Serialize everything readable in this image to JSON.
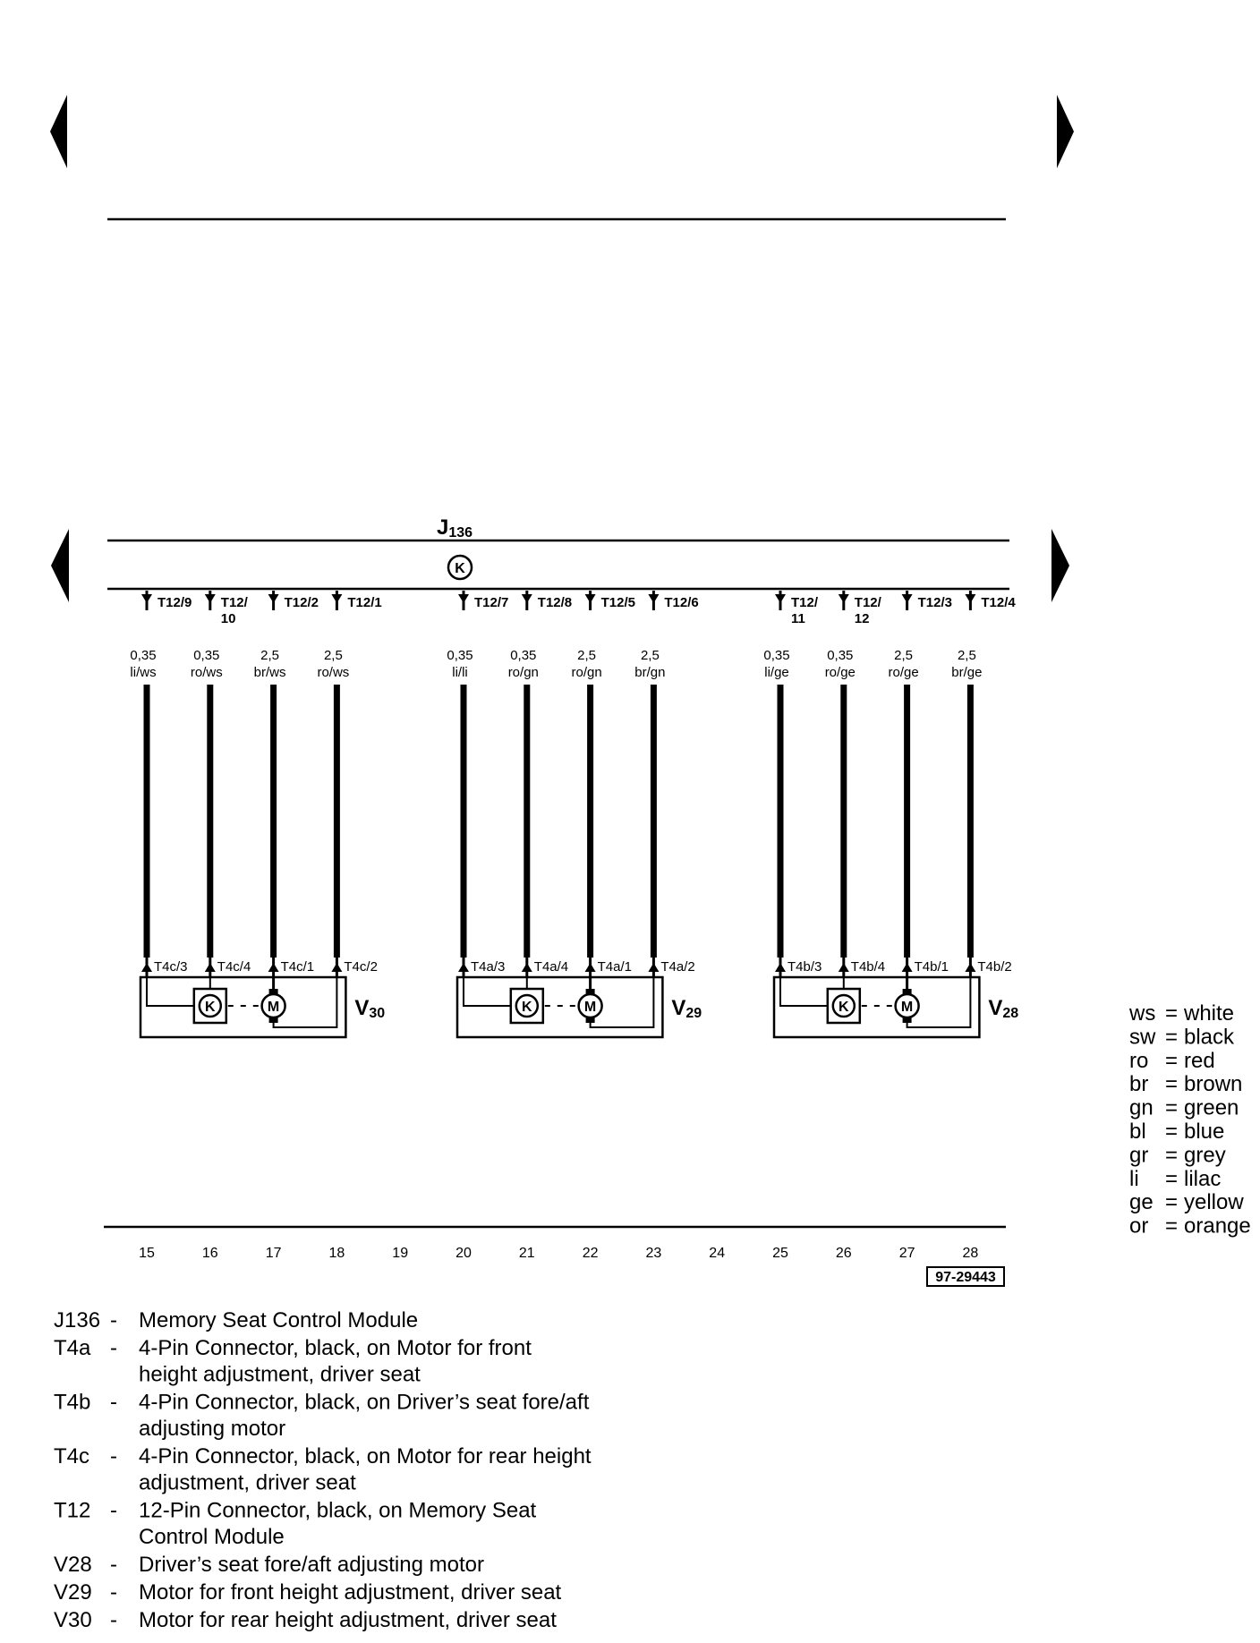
{
  "module": {
    "name": "J",
    "sub": "136",
    "symbol": "K"
  },
  "pins": [
    {
      "col": 15,
      "top": "T12/9",
      "top2": "",
      "size": "0,35",
      "color": "li/ws",
      "bottom": "T4c/3"
    },
    {
      "col": 16,
      "top": "T12/",
      "top2": "10",
      "size": "0,35",
      "color": "ro/ws",
      "bottom": "T4c/4"
    },
    {
      "col": 17,
      "top": "T12/2",
      "top2": "",
      "size": "2,5",
      "color": "br/ws",
      "bottom": "T4c/1"
    },
    {
      "col": 18,
      "top": "T12/1",
      "top2": "",
      "size": "2,5",
      "color": "ro/ws",
      "bottom": "T4c/2"
    },
    {
      "col": 20,
      "top": "T12/7",
      "top2": "",
      "size": "0,35",
      "color": "li/li",
      "bottom": "T4a/3"
    },
    {
      "col": 21,
      "top": "T12/8",
      "top2": "",
      "size": "0,35",
      "color": "ro/gn",
      "bottom": "T4a/4"
    },
    {
      "col": 22,
      "top": "T12/5",
      "top2": "",
      "size": "2,5",
      "color": "ro/gn",
      "bottom": "T4a/1"
    },
    {
      "col": 23,
      "top": "T12/6",
      "top2": "",
      "size": "2,5",
      "color": "br/gn",
      "bottom": "T4a/2"
    },
    {
      "col": 25,
      "top": "T12/",
      "top2": "11",
      "size": "0,35",
      "color": "li/ge",
      "bottom": "T4b/3"
    },
    {
      "col": 26,
      "top": "T12/",
      "top2": "12",
      "size": "0,35",
      "color": "ro/ge",
      "bottom": "T4b/4"
    },
    {
      "col": 27,
      "top": "T12/3",
      "top2": "",
      "size": "2,5",
      "color": "ro/ge",
      "bottom": "T4b/1"
    },
    {
      "col": 28,
      "top": "T12/4",
      "top2": "",
      "size": "2,5",
      "color": "br/ge",
      "bottom": "T4b/2"
    }
  ],
  "motors": [
    {
      "name": "V",
      "sub": "30",
      "k": "K",
      "m": "M"
    },
    {
      "name": "V",
      "sub": "29",
      "k": "K",
      "m": "M"
    },
    {
      "name": "V",
      "sub": "28",
      "k": "K",
      "m": "M"
    }
  ],
  "columns": [
    "15",
    "16",
    "17",
    "18",
    "19",
    "20",
    "21",
    "22",
    "23",
    "24",
    "25",
    "26",
    "27",
    "28"
  ],
  "diagram_id": "97-29443",
  "legend": [
    {
      "code": "ws",
      "name": "white"
    },
    {
      "code": "sw",
      "name": "black"
    },
    {
      "code": "ro",
      "name": "red"
    },
    {
      "code": "br",
      "name": "brown"
    },
    {
      "code": "gn",
      "name": "green"
    },
    {
      "code": "bl",
      "name": "blue"
    },
    {
      "code": "gr",
      "name": "grey"
    },
    {
      "code": "li",
      "name": "lilac"
    },
    {
      "code": "ge",
      "name": "yellow"
    },
    {
      "code": "or",
      "name": "orange"
    }
  ],
  "descriptions": [
    {
      "code": "J136",
      "lines": [
        "Memory Seat Control Module"
      ]
    },
    {
      "code": "T4a",
      "lines": [
        "4-Pin Connector, black, on Motor for front",
        "height adjustment, driver seat"
      ]
    },
    {
      "code": "T4b",
      "lines": [
        "4-Pin Connector, black, on Driver’s seat fore/aft",
        "adjusting motor"
      ]
    },
    {
      "code": "T4c",
      "lines": [
        "4-Pin Connector, black, on Motor for rear height",
        "adjustment, driver seat"
      ]
    },
    {
      "code": "T12",
      "lines": [
        "12-Pin Connector, black, on Memory Seat",
        "Control Module"
      ]
    },
    {
      "code": "V28",
      "lines": [
        "Driver’s seat fore/aft adjusting motor"
      ]
    },
    {
      "code": "V29",
      "lines": [
        "Motor for front height adjustment, driver seat"
      ]
    },
    {
      "code": "V30",
      "lines": [
        "Motor for rear height adjustment, driver seat"
      ]
    }
  ]
}
